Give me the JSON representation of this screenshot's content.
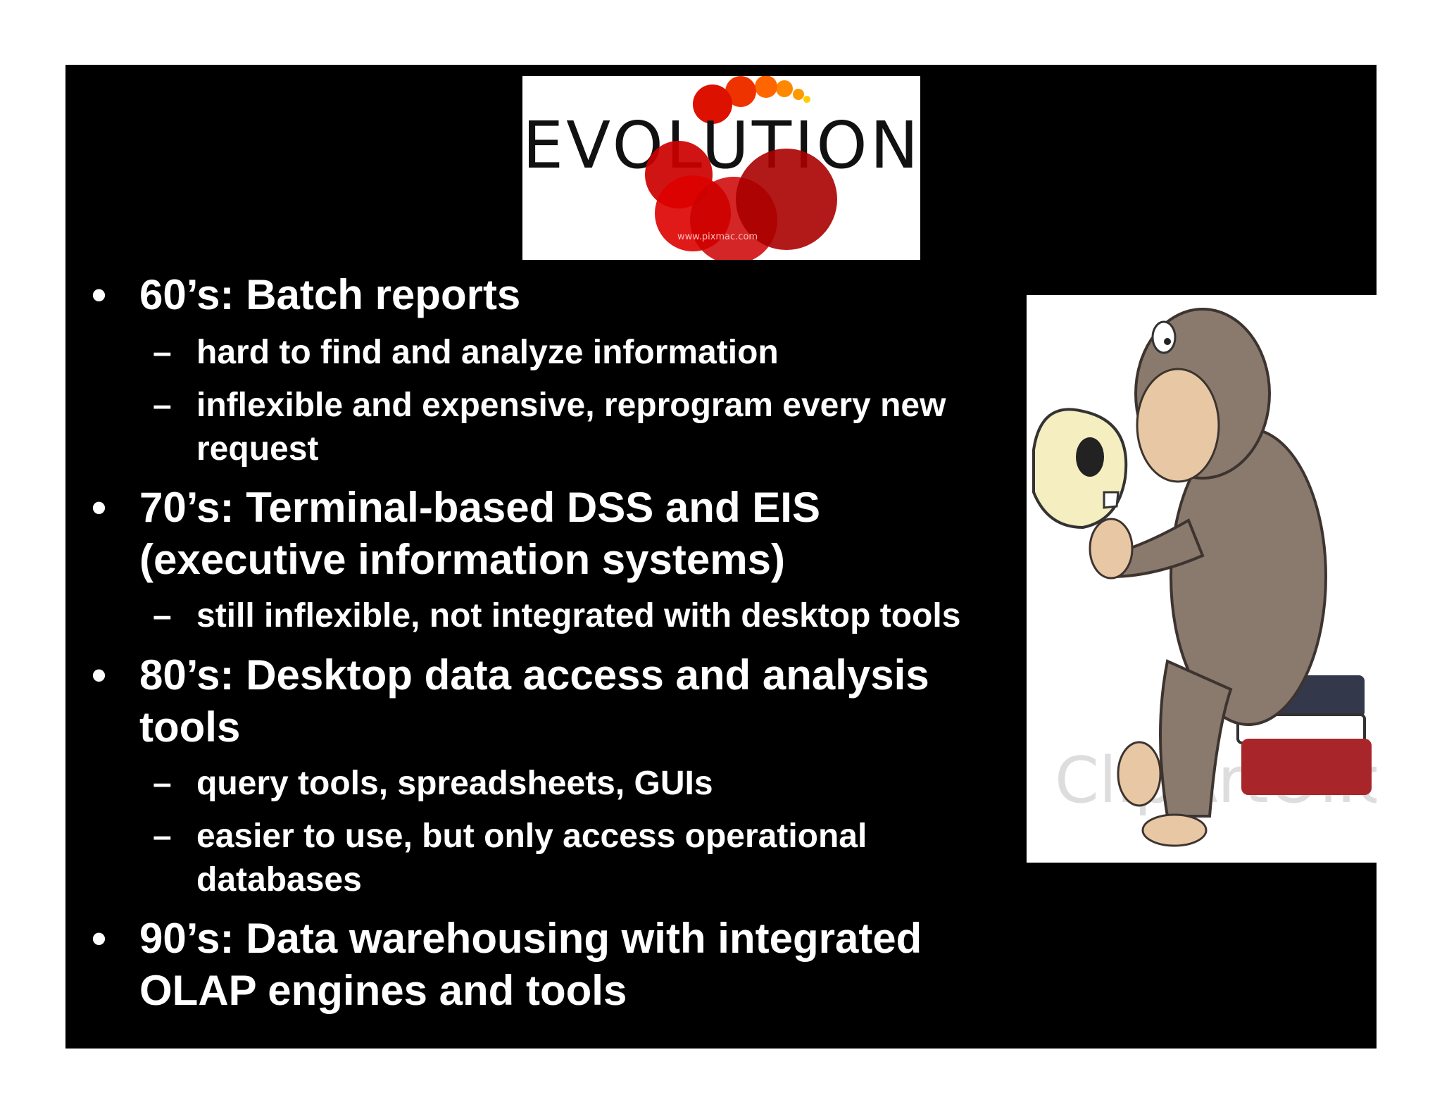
{
  "logo": {
    "text": "EVOLUTION",
    "watermark": "www.pixmac.com"
  },
  "illustration": {
    "watermark": "ClipArtOf.com",
    "description_icon": "monkey-with-skull-icon"
  },
  "colors": {
    "slide_background": "#000000",
    "text": "#ffffff",
    "logo_red": "#cc0000"
  },
  "bullets": [
    {
      "marker": "•",
      "text_lines": [
        "60’s:  Batch reports"
      ],
      "subs": [
        {
          "marker": "–",
          "text_lines": [
            "hard to find and analyze information"
          ]
        },
        {
          "marker": "–",
          "text_lines": [
            "inflexible and expensive, reprogram every new",
            "request"
          ]
        }
      ]
    },
    {
      "marker": "•",
      "text_lines": [
        "70’s: Terminal-based DSS and EIS",
        "(executive information systems)"
      ],
      "subs": [
        {
          "marker": "–",
          "text_lines": [
            "still inflexible, not integrated with desktop tools"
          ]
        }
      ]
    },
    {
      "marker": "•",
      "text_lines": [
        "80’s:  Desktop data access and analysis",
        "tools"
      ],
      "subs": [
        {
          "marker": "–",
          "text_lines": [
            "query tools, spreadsheets, GUIs"
          ]
        },
        {
          "marker": "–",
          "text_lines": [
            "easier to use, but only access operational",
            "databases"
          ]
        }
      ]
    },
    {
      "marker": "•",
      "text_lines": [
        "90’s:  Data warehousing with integrated",
        "OLAP engines and tools"
      ],
      "subs": []
    }
  ]
}
